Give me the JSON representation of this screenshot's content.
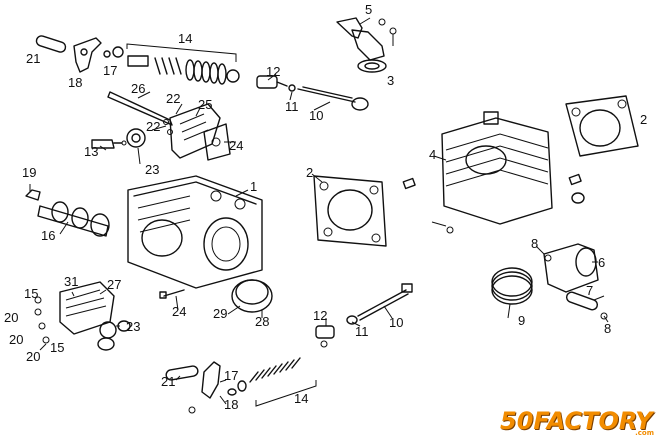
{
  "diagram": {
    "callouts": [
      {
        "id": "c5",
        "text": "5"
      },
      {
        "id": "c14a",
        "text": "14"
      },
      {
        "id": "c21a",
        "text": "21"
      },
      {
        "id": "c18a",
        "text": "18"
      },
      {
        "id": "c17a",
        "text": "17"
      },
      {
        "id": "c12a",
        "text": "12"
      },
      {
        "id": "c3",
        "text": "3"
      },
      {
        "id": "c26",
        "text": "26"
      },
      {
        "id": "c22a",
        "text": "22"
      },
      {
        "id": "c25",
        "text": "25"
      },
      {
        "id": "c11a",
        "text": "11"
      },
      {
        "id": "c10a",
        "text": "10"
      },
      {
        "id": "c2a",
        "text": "2"
      },
      {
        "id": "c22b",
        "text": "22"
      },
      {
        "id": "c13",
        "text": "13"
      },
      {
        "id": "c24a",
        "text": "24"
      },
      {
        "id": "c23a",
        "text": "23"
      },
      {
        "id": "c4",
        "text": "4"
      },
      {
        "id": "c19",
        "text": "19"
      },
      {
        "id": "c1",
        "text": "1"
      },
      {
        "id": "c2b",
        "text": "2"
      },
      {
        "id": "c16",
        "text": "16"
      },
      {
        "id": "c8a",
        "text": "8"
      },
      {
        "id": "c6",
        "text": "6"
      },
      {
        "id": "c31",
        "text": "31"
      },
      {
        "id": "c27",
        "text": "27"
      },
      {
        "id": "c15a",
        "text": "15"
      },
      {
        "id": "c7",
        "text": "7"
      },
      {
        "id": "c24b",
        "text": "24"
      },
      {
        "id": "c29",
        "text": "29"
      },
      {
        "id": "c28",
        "text": "28"
      },
      {
        "id": "c9",
        "text": "9"
      },
      {
        "id": "c20a",
        "text": "20"
      },
      {
        "id": "c23b",
        "text": "23"
      },
      {
        "id": "c12b",
        "text": "12"
      },
      {
        "id": "c11b",
        "text": "11"
      },
      {
        "id": "c10b",
        "text": "10"
      },
      {
        "id": "c8b",
        "text": "8"
      },
      {
        "id": "c20b",
        "text": "20"
      },
      {
        "id": "c15b",
        "text": "15"
      },
      {
        "id": "c20c",
        "text": "20"
      },
      {
        "id": "c21b",
        "text": "21"
      },
      {
        "id": "c17b",
        "text": "17"
      },
      {
        "id": "c18b",
        "text": "18"
      },
      {
        "id": "c14b",
        "text": "14"
      }
    ]
  },
  "logo": {
    "brand": "50FACTORY",
    "domain": ".com",
    "brand_color": "#f28c00"
  }
}
